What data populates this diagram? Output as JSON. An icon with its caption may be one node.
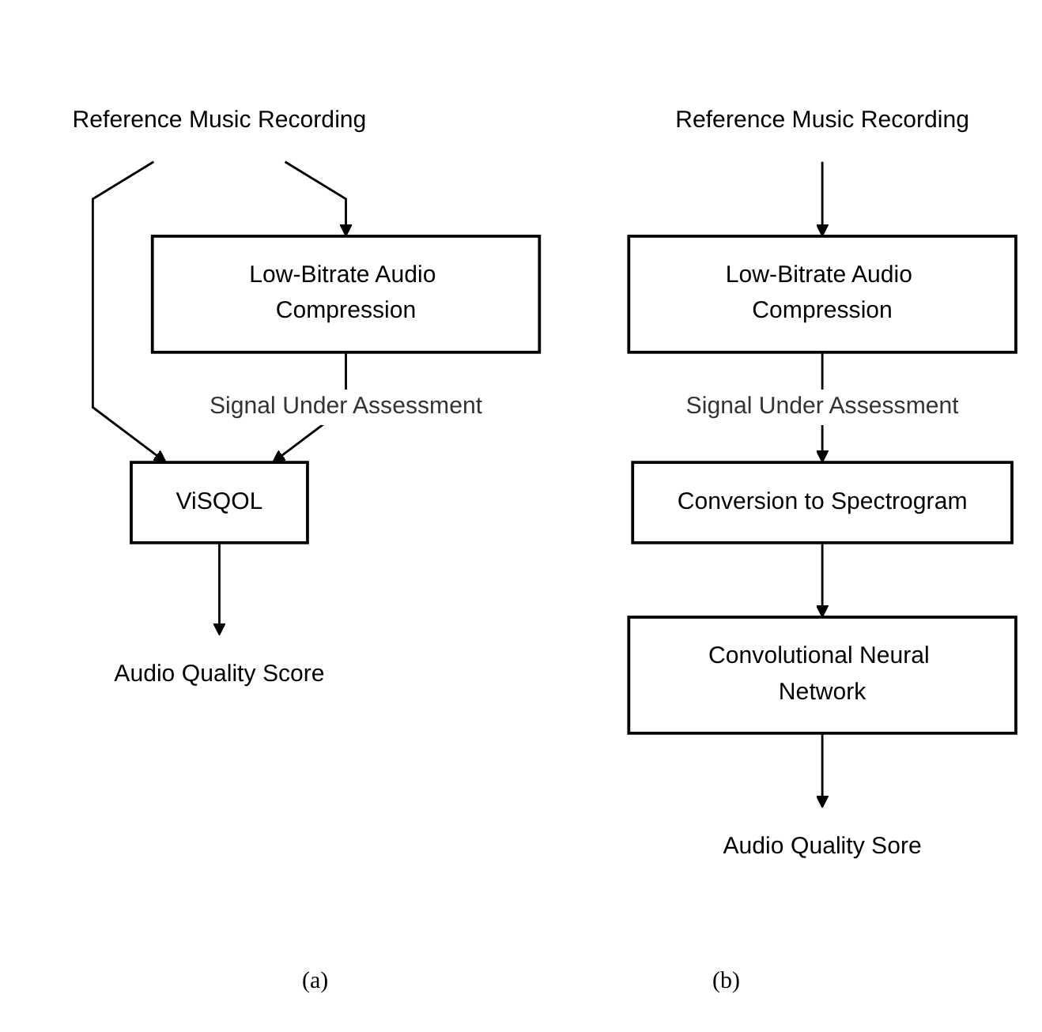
{
  "diagram": {
    "nodes": [
      {
        "text": [
          "Reference Music Recording"
        ]
      },
      {
        "text": [
          "Low-Bitrate Audio Compression"
        ]
      },
      {
        "text": [
          "ViSQOL"
        ]
      },
      {
        "text": [
          "Audio Quality Score"
        ]
      },
      {
        "text": [
          "Reference Music Recording"
        ]
      },
      {
        "text": [
          "Low-Bitrate Audio Compression"
        ]
      },
      {
        "text": [
          "Conversion to Spectrogram"
        ]
      },
      {
        "text": [
          "Convolutional Neural Network"
        ]
      },
      {
        "text": [
          "Audio Quality Sore"
        ]
      }
    ],
    "edges": [
      {
        "from": 0,
        "to": 1,
        "arrow": "to"
      },
      {
        "from": 0,
        "to": 2,
        "arrow": "to"
      },
      {
        "from": 1,
        "to": 2,
        "arrow": "to",
        "label": "Signal Under Assessment"
      },
      {
        "from": 2,
        "to": 3,
        "arrow": "to"
      },
      {
        "from": 4,
        "to": 5,
        "arrow": "to"
      },
      {
        "from": 5,
        "to": 6,
        "arrow": "to",
        "label": "Signal Under Assessment"
      },
      {
        "from": 6,
        "to": 7,
        "arrow": "to"
      },
      {
        "from": 7,
        "to": 8,
        "arrow": "to"
      }
    ],
    "labels": [
      "(a)",
      "(b)"
    ]
  }
}
